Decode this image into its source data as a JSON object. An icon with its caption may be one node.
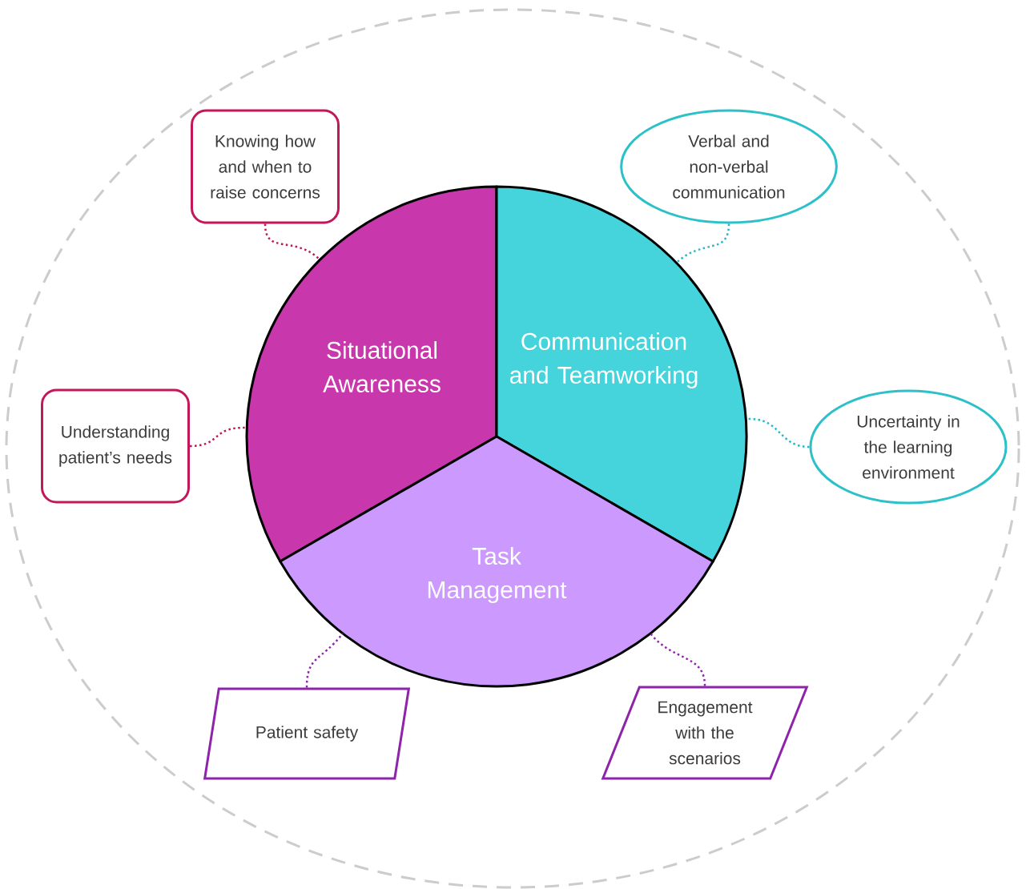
{
  "diagram": {
    "nodes": [
      {
        "text": [
          "Knowing how and when to raise concerns"
        ]
      },
      {
        "text": [
          "Verbal and non-verbal communication"
        ]
      },
      {
        "text": [
          "Situational Awareness"
        ]
      },
      {
        "text": [
          "Communication and Teamworking"
        ]
      },
      {
        "text": [
          "Understanding patient’s needs"
        ]
      },
      {
        "text": [
          "Uncertainty in the learning environment"
        ]
      },
      {
        "text": [
          "Task Management"
        ]
      },
      {
        "text": [
          "Patient safety"
        ]
      },
      {
        "text": [
          "Engagement with the scenarios"
        ]
      }
    ],
    "edges": [
      {
        "from": 0,
        "to": 2,
        "arrow": "none",
        "color": "#c2185b"
      },
      {
        "from": 1,
        "to": 3,
        "arrow": "none",
        "color": "#26b8c4"
      },
      {
        "from": 4,
        "to": 2,
        "arrow": "none",
        "color": "#c2185b"
      },
      {
        "from": 5,
        "to": 3,
        "arrow": "none",
        "color": "#26b8c4"
      },
      {
        "from": 7,
        "to": 6,
        "arrow": "none",
        "color": "#8e24aa"
      },
      {
        "from": 8,
        "to": 6,
        "arrow": "none",
        "color": "#8e24aa"
      }
    ]
  }
}
